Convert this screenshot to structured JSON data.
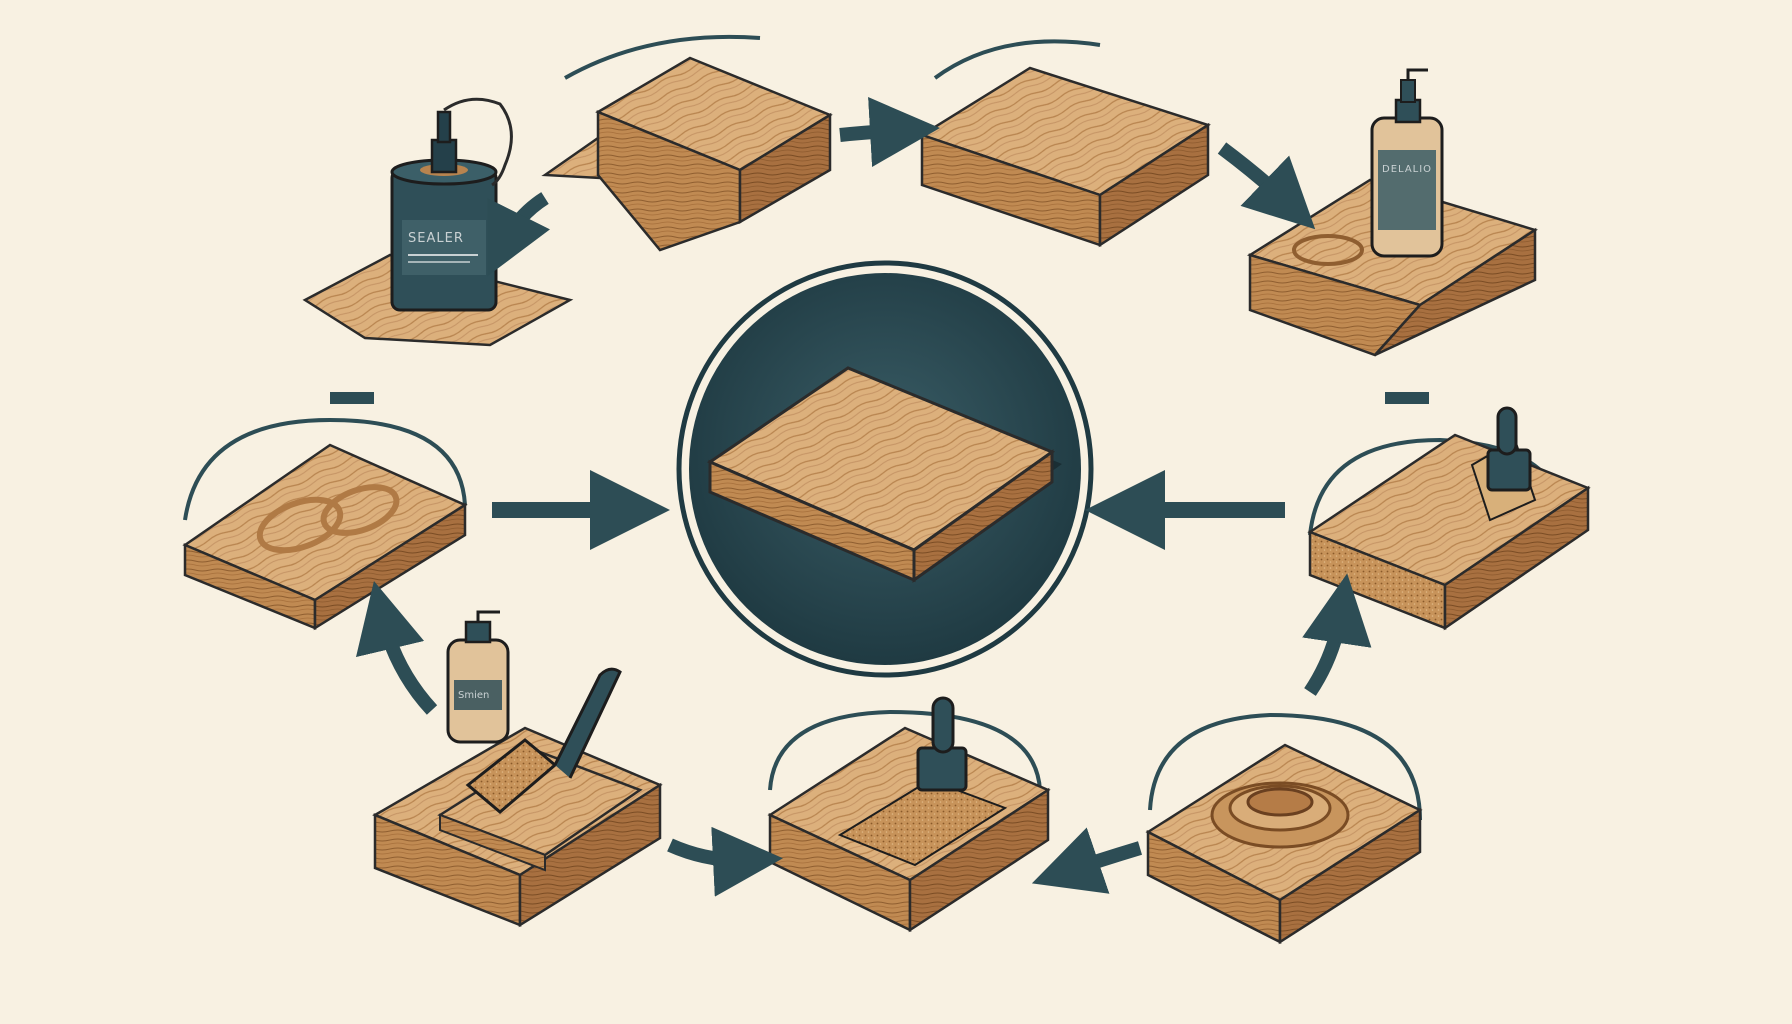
{
  "labels": {
    "sealer_can": "SEALER",
    "bottle_right": "DELALIO",
    "bottle_left": "Smien"
  },
  "colors": {
    "background": "#f8f1e2",
    "wood_top": "#d9ad79",
    "wood_side": "#b57c47",
    "wood_front": "#c38d55",
    "outline": "#2b2b2b",
    "accent": "#2d4d55"
  }
}
